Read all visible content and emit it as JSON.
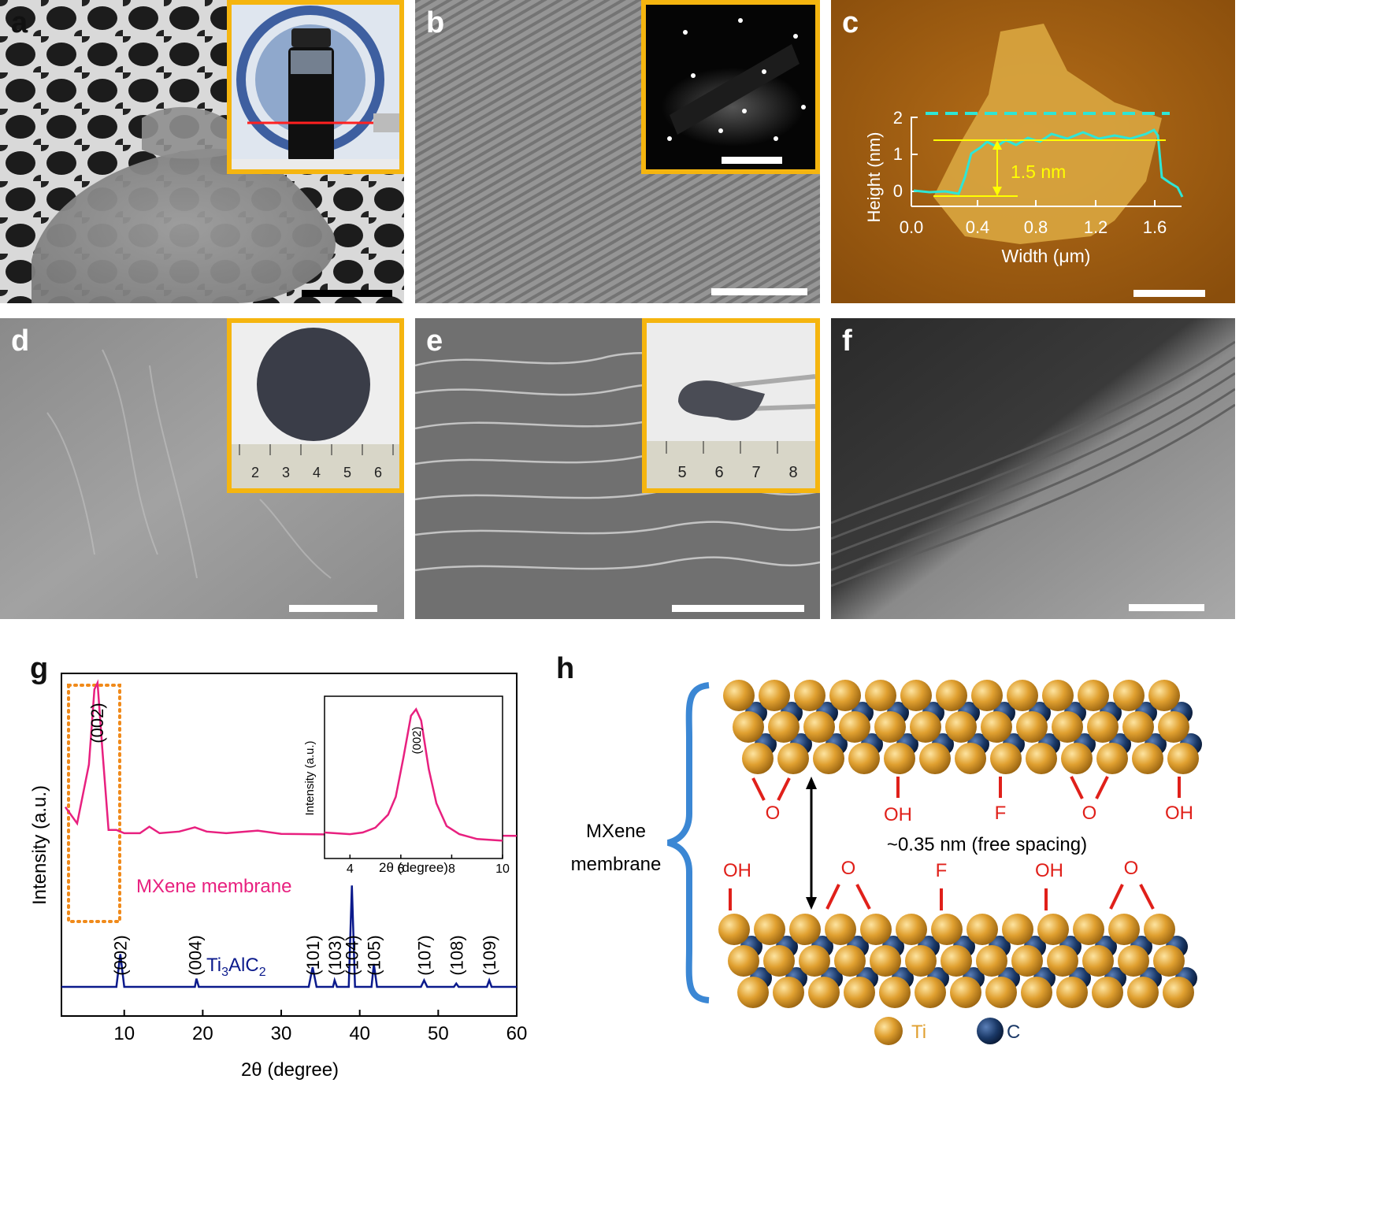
{
  "panels": {
    "a": {
      "letter": "a"
    },
    "b": {
      "letter": "b"
    },
    "c": {
      "letter": "c"
    },
    "d": {
      "letter": "d"
    },
    "e": {
      "letter": "e"
    },
    "f": {
      "letter": "f"
    },
    "g": {
      "letter": "g"
    },
    "h": {
      "letter": "h"
    }
  },
  "colors": {
    "inset_border": "#f5b50f",
    "afm_trace": "#2ee6d6",
    "afm_annot": "#ffff00",
    "mxene_line": "#e8207f",
    "ti3alc2_line": "#0b1a8c",
    "box_dotted": "#f08a1a",
    "ti_atom": "#e0a030",
    "c_atom": "#1a3866",
    "termination": "#e0201a",
    "brace": "#3b87d4"
  },
  "icons": {
    "a_inset": "vial-with-laser-photo",
    "b_inset": "saed-diffraction-pattern",
    "d_inset": "membrane-disc-on-ruler-photo",
    "e_inset": "bent-membrane-in-tweezers-photo"
  },
  "afm": {
    "ylabel": "Height (nm)",
    "xlabel": "Width (μm)",
    "yticks": [
      "0",
      "1",
      "2"
    ],
    "xticks": [
      "0.0",
      "0.4",
      "0.8",
      "1.2",
      "1.6"
    ],
    "height_label": "1.5 nm"
  },
  "ruler_d": {
    "marks": [
      "2",
      "3",
      "4",
      "5",
      "6"
    ]
  },
  "ruler_e": {
    "marks": [
      "5",
      "6",
      "7",
      "8"
    ]
  },
  "chart_data": [
    {
      "type": "line",
      "panel": "g",
      "xlabel": "2θ (degree)",
      "ylabel": "Intensity (a.u.)",
      "xlim": [
        2,
        60
      ],
      "xticks": [
        10,
        20,
        30,
        40,
        50,
        60
      ],
      "series": [
        {
          "name": "MXene membrane",
          "x": [
            2.5,
            4,
            5.5,
            6.2,
            6.6,
            7.2,
            8,
            9,
            10,
            12,
            13.2,
            14.5,
            17,
            19,
            20.5,
            23,
            27,
            30,
            40,
            50,
            60
          ],
          "y": [
            0.62,
            0.57,
            0.75,
            0.98,
            1.0,
            0.8,
            0.55,
            0.55,
            0.54,
            0.54,
            0.56,
            0.54,
            0.545,
            0.558,
            0.545,
            0.54,
            0.548,
            0.538,
            0.535,
            0.533,
            0.532
          ]
        },
        {
          "name": "Ti3AlC2",
          "x": [
            2,
            9,
            9.5,
            10,
            19,
            19.2,
            19.5,
            33.5,
            34,
            34.5,
            36.6,
            36.8,
            37.1,
            38.6,
            39,
            39.4,
            41.5,
            41.8,
            42.2,
            47.8,
            48.2,
            48.6,
            52,
            52.3,
            52.6,
            56.2,
            56.5,
            56.8,
            60
          ],
          "y": [
            0.07,
            0.07,
            0.17,
            0.07,
            0.07,
            0.095,
            0.07,
            0.07,
            0.13,
            0.07,
            0.07,
            0.09,
            0.07,
            0.07,
            0.38,
            0.07,
            0.07,
            0.14,
            0.07,
            0.07,
            0.09,
            0.07,
            0.07,
            0.08,
            0.07,
            0.07,
            0.09,
            0.07,
            0.07
          ]
        }
      ],
      "peak_labels": [
        {
          "text": "(002)",
          "x": 6.5
        },
        {
          "text": "(002)",
          "x": 9.5
        },
        {
          "text": "(004)",
          "x": 19
        },
        {
          "text": "(101)",
          "x": 34
        },
        {
          "text": "(103)",
          "x": 36.8
        },
        {
          "text": "(104)",
          "x": 39
        },
        {
          "text": "(105)",
          "x": 41.8
        },
        {
          "text": "(107)",
          "x": 48.2
        },
        {
          "text": "(108)",
          "x": 52.3
        },
        {
          "text": "(109)",
          "x": 56.5
        }
      ],
      "series_labels": {
        "mxene": "MXene membrane",
        "ti3alc2_main": "Ti",
        "ti3alc2_sub1": "3",
        "ti3alc2_mid": "AlC",
        "ti3alc2_sub2": "2"
      }
    },
    {
      "type": "line",
      "panel": "g-inset",
      "xlabel": "2θ (degree)",
      "ylabel": "Intensity (a.u.)",
      "xlim": [
        3,
        10
      ],
      "xticks": [
        4,
        6,
        8,
        10
      ],
      "peak_label": "(002)",
      "series": [
        {
          "x": [
            3,
            4,
            4.5,
            5,
            5.5,
            5.8,
            6.1,
            6.4,
            6.6,
            6.8,
            7.1,
            7.4,
            7.8,
            8.3,
            9,
            10
          ],
          "y": [
            0.16,
            0.15,
            0.16,
            0.19,
            0.27,
            0.38,
            0.62,
            0.88,
            0.92,
            0.85,
            0.55,
            0.34,
            0.2,
            0.15,
            0.12,
            0.11
          ]
        }
      ]
    }
  ],
  "schematic": {
    "brace_label": "MXene\nmembrane",
    "brace_label_1": "MXene",
    "brace_label_2": "membrane",
    "spacing_label": "~0.35 nm (free spacing)",
    "legend_ti": "Ti",
    "legend_c": "C",
    "top_terminations": [
      "O",
      "OH",
      "F",
      "O",
      "OH"
    ],
    "bottom_terminations": [
      "OH",
      "O",
      "F",
      "OH",
      "O"
    ]
  }
}
